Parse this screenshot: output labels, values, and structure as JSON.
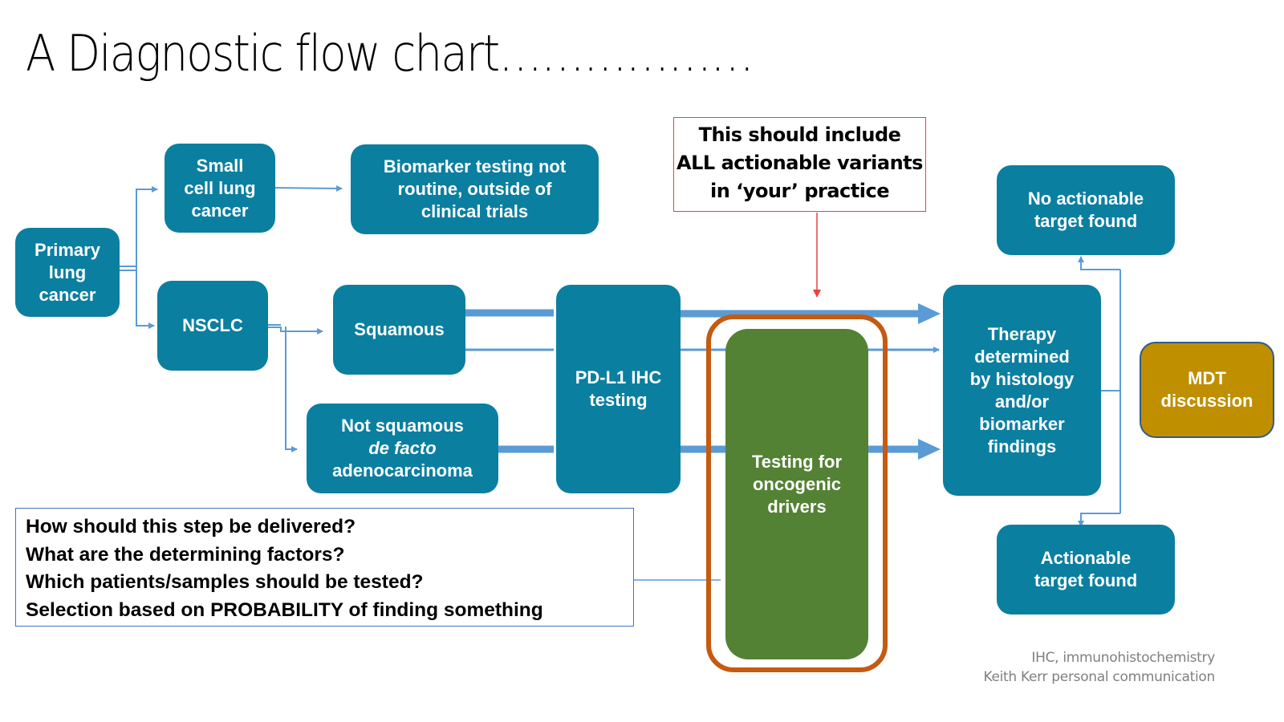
{
  "slide": {
    "title": "A Diagnostic flow chart………………",
    "footnotes": [
      "IHC, immunohistochemistry",
      "Keith Kerr personal communication"
    ]
  },
  "colors": {
    "node_fill": "#0b7fa0",
    "highlight_node_fill": "#548235",
    "highlight_frame": "#c55a11",
    "mdt_fill": "#bf8f00",
    "connector": "#5b9bd5",
    "callout_border": "#e8413e",
    "callout_arrow": "#e8413e",
    "questions_border": "#4472c4",
    "footnote_text": "#808080"
  },
  "nodes": {
    "primary": [
      "Primary",
      "lung",
      "cancer"
    ],
    "small_cell": [
      "Small",
      "cell lung",
      "cancer"
    ],
    "biomarker_not_routine": [
      "Biomarker testing not",
      "routine, outside of",
      "clinical trials"
    ],
    "nsclc": [
      "NSCLC"
    ],
    "squamous": [
      "Squamous"
    ],
    "not_squamous": {
      "line1": "Not squamous",
      "line2_italic": "de facto",
      "line3": "adenocarcinoma"
    },
    "pdl1": [
      "PD-L1 IHC",
      "testing"
    ],
    "oncogenic": [
      "Testing for",
      "oncogenic",
      "drivers"
    ],
    "therapy": [
      "Therapy",
      "determined",
      "by histology",
      "and/or",
      "biomarker",
      "findings"
    ],
    "no_target": [
      "No actionable",
      "target found"
    ],
    "target": [
      "Actionable",
      "target found"
    ],
    "mdt": [
      "MDT",
      "discussion"
    ]
  },
  "callout": {
    "lines": [
      "This should include",
      "ALL actionable variants",
      "in ‘your’ practice"
    ]
  },
  "questions": {
    "lines": [
      "How should this step be delivered?",
      "What are the determining factors?",
      "Which patients/samples should be tested?",
      "Selection based on PROBABILITY of finding something"
    ]
  }
}
